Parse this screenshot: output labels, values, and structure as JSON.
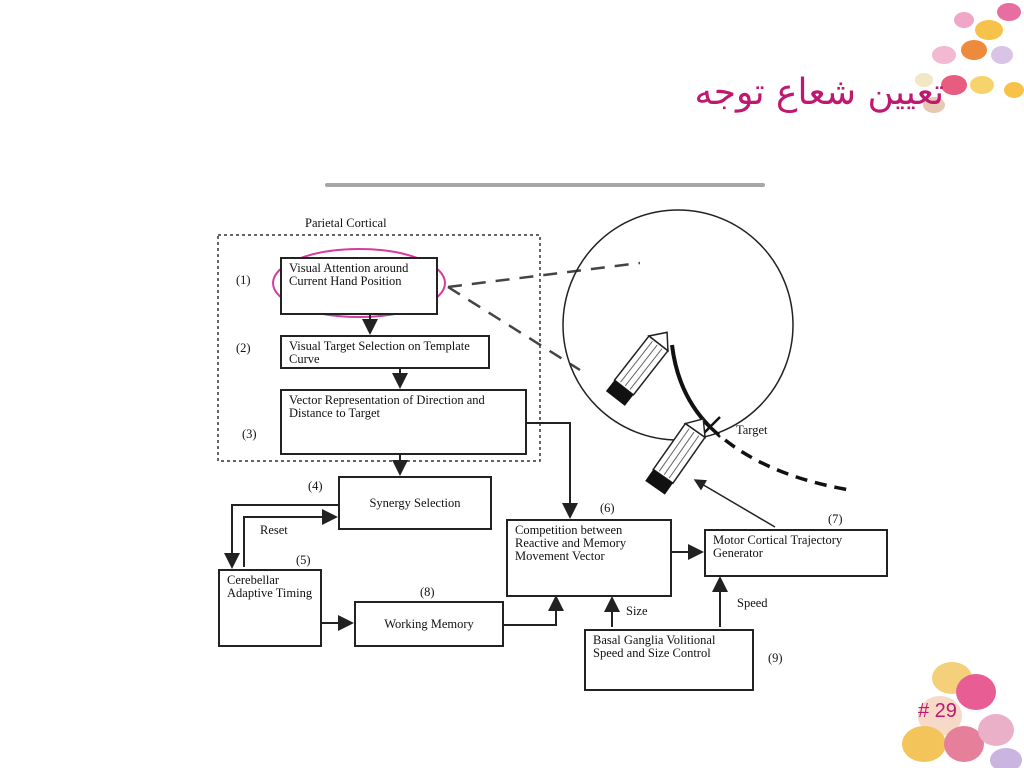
{
  "slide": {
    "title": "تعیین شعاع توجه",
    "number": "# 29"
  },
  "colors": {
    "title": "#c01870",
    "highlight": "#d63ca0",
    "ink": "#222222"
  },
  "diagram": {
    "region_label": "Parietal Cortical",
    "boxes": {
      "b1": "Visual Attention around Current Hand Position",
      "b2": "Visual Target Selection on Template Curve",
      "b3": "Vector Representation of Direction and Distance to Target",
      "b4": "Synergy Selection",
      "b5": "Cerebellar Adaptive Timing",
      "b6": "Competition between Reactive and Memory Movement Vector",
      "b7": "Motor Cortical Trajectory Generator",
      "b8": "Working Memory",
      "b9": "Basal Ganglia Volitional Speed and Size Control"
    },
    "numbers": {
      "n1": "(1)",
      "n2": "(2)",
      "n3": "(3)",
      "n4": "(4)",
      "n5": "(5)",
      "n6": "(6)",
      "n7": "(7)",
      "n8": "(8)",
      "n9": "(9)"
    },
    "labels": {
      "reset": "Reset",
      "size": "Size",
      "speed": "Speed",
      "target": "Target"
    }
  },
  "icons": [
    "candy-eggs-decoration-icon",
    "pen-icon",
    "arrow-icon"
  ]
}
